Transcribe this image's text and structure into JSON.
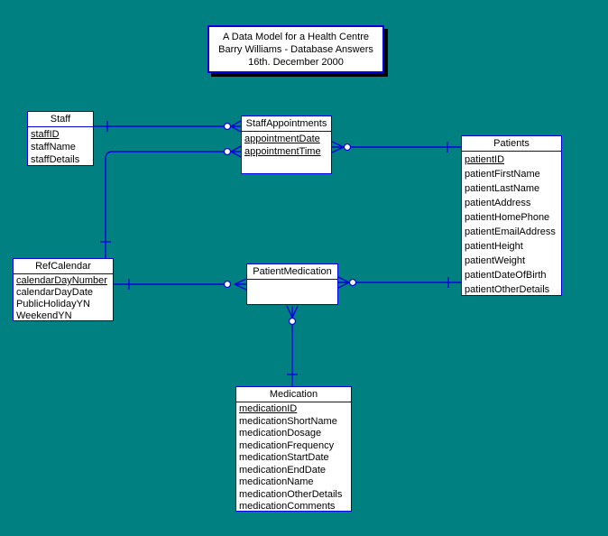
{
  "colors": {
    "background": "#008080",
    "line": "#0000E0",
    "box_fill": "#FFFFFF",
    "text": "#000000",
    "shadow": "#000000"
  },
  "title_box": {
    "line1": "A Data Model for a Health Centre",
    "line2": "Barry Williams - Database Answers",
    "line3": "16th. December 2000"
  },
  "entities": {
    "staff": {
      "title": "Staff",
      "fields": [
        {
          "label": "staffID",
          "pk": true
        },
        {
          "label": "staffName",
          "pk": false
        },
        {
          "label": "staffDetails",
          "pk": false
        }
      ]
    },
    "staff_appointments": {
      "title": "StaffAppointments",
      "fields": [
        {
          "label": "appointmentDate",
          "pk": true
        },
        {
          "label": "appointmentTime",
          "pk": true
        }
      ]
    },
    "patients": {
      "title": "Patients",
      "fields": [
        {
          "label": "patientID",
          "pk": true
        },
        {
          "label": "patientFirstName",
          "pk": false
        },
        {
          "label": "patientLastName",
          "pk": false
        },
        {
          "label": "patientAddress",
          "pk": false
        },
        {
          "label": "patientHomePhone",
          "pk": false
        },
        {
          "label": "patientEmailAddress",
          "pk": false
        },
        {
          "label": "patientHeight",
          "pk": false
        },
        {
          "label": "patientWeight",
          "pk": false
        },
        {
          "label": "patientDateOfBirth",
          "pk": false
        },
        {
          "label": "patientOtherDetails",
          "pk": false
        }
      ]
    },
    "ref_calendar": {
      "title": "RefCalendar",
      "fields": [
        {
          "label": "calendarDayNumber",
          "pk": true
        },
        {
          "label": "calendarDayDate",
          "pk": false
        },
        {
          "label": "PublicHolidayYN",
          "pk": false
        },
        {
          "label": "WeekendYN",
          "pk": false
        }
      ]
    },
    "patient_medication": {
      "title": "PatientMedication",
      "fields": []
    },
    "medication": {
      "title": "Medication",
      "fields": [
        {
          "label": "medicationID",
          "pk": true
        },
        {
          "label": "medicationShortName",
          "pk": false
        },
        {
          "label": "medicationDosage",
          "pk": false
        },
        {
          "label": "medicationFrequency",
          "pk": false
        },
        {
          "label": "medicationStartDate",
          "pk": false
        },
        {
          "label": "medicationEndDate",
          "pk": false
        },
        {
          "label": "medicationName",
          "pk": false
        },
        {
          "label": "medicationOtherDetails",
          "pk": false
        },
        {
          "label": "medicationComments",
          "pk": false
        }
      ]
    }
  },
  "relationships": [
    {
      "from": "Staff",
      "to": "StaffAppointments",
      "from_cardinality": "one",
      "to_cardinality": "zero-or-many"
    },
    {
      "from": "RefCalendar",
      "to": "StaffAppointments",
      "from_cardinality": "one",
      "to_cardinality": "zero-or-many"
    },
    {
      "from": "Patients",
      "to": "StaffAppointments",
      "from_cardinality": "one",
      "to_cardinality": "zero-or-many"
    },
    {
      "from": "RefCalendar",
      "to": "PatientMedication",
      "from_cardinality": "one",
      "to_cardinality": "zero-or-many"
    },
    {
      "from": "Patients",
      "to": "PatientMedication",
      "from_cardinality": "one",
      "to_cardinality": "zero-or-many"
    },
    {
      "from": "Medication",
      "to": "PatientMedication",
      "from_cardinality": "one",
      "to_cardinality": "zero-or-many"
    }
  ]
}
